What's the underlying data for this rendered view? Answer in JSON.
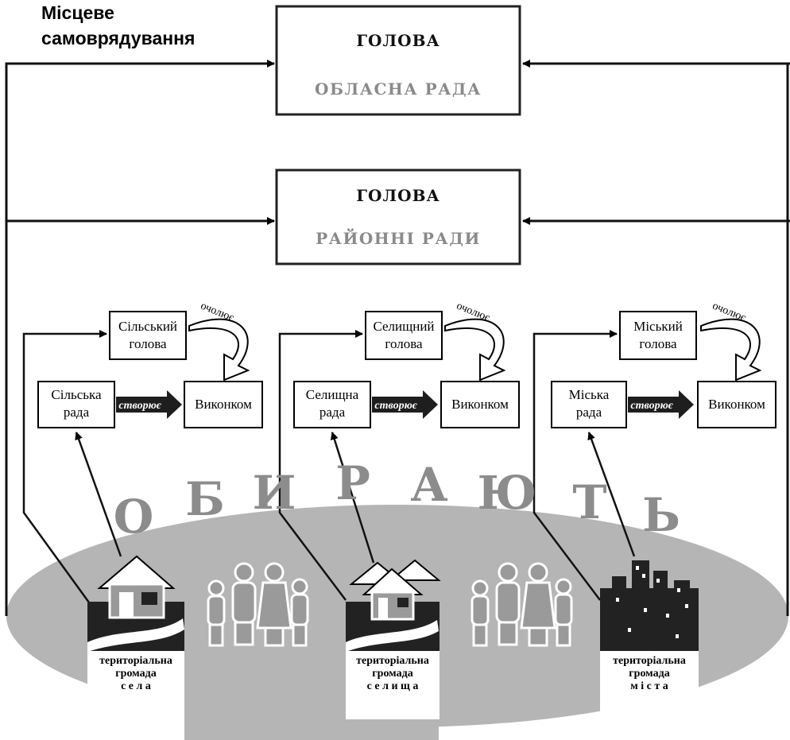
{
  "title": {
    "line1": "Місцеве",
    "line2": "самоврядування"
  },
  "oblast": {
    "head": "ГОЛОВА",
    "council": "ОБЛАСНА РАДА"
  },
  "raion": {
    "head": "ГОЛОВА",
    "council": "РАЙОННІ РАДИ"
  },
  "creates_label": "створює",
  "leads_label": "очолює",
  "elect_letters": [
    "О",
    "Б",
    "И",
    "Р",
    "А",
    "Ю",
    "Т",
    "Ь"
  ],
  "units": [
    {
      "head_l1": "Сільський",
      "head_l2": "голова",
      "council_l1": "Сільська",
      "council_l2": "рада",
      "exec": "Виконком",
      "comm_l1": "територіальна",
      "comm_l2": "громада",
      "comm_l3": "с е л а"
    },
    {
      "head_l1": "Селищний",
      "head_l2": "голова",
      "council_l1": "Селищна",
      "council_l2": "рада",
      "exec": "Виконком",
      "comm_l1": "територіальна",
      "comm_l2": "громада",
      "comm_l3": "с е л и щ а"
    },
    {
      "head_l1": "Міський",
      "head_l2": "голова",
      "council_l1": "Міська",
      "council_l2": "рада",
      "exec": "Виконком",
      "comm_l1": "територіальна",
      "comm_l2": "громада",
      "comm_l3": "м і с т а"
    }
  ],
  "colors": {
    "ellipse": "#b5b5b5",
    "dark": "#222222",
    "grey_text": "#8a8a8a",
    "figures": "#9a9a9a"
  }
}
